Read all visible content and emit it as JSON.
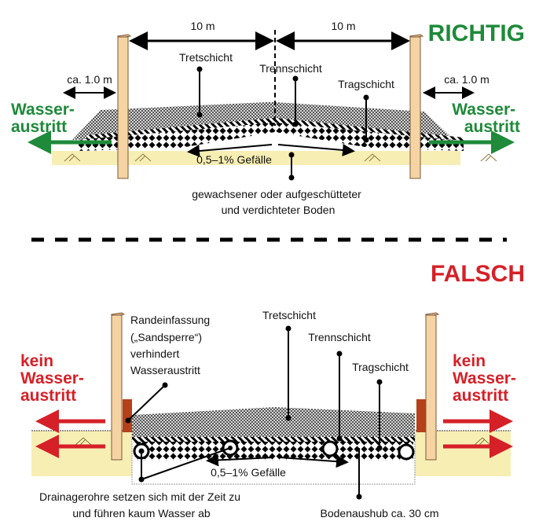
{
  "colors": {
    "correct": "#1e8a3a",
    "wrong": "#d62027",
    "sand": "#f7eeb4",
    "post": "#f6d3a2",
    "post_stroke": "#7a5a3a",
    "barrier": "#b5411a",
    "text": "#111111"
  },
  "richtig": {
    "title": "RICHTIG",
    "width_left": "10 m",
    "width_right": "10 m",
    "overhang_left": "ca. 1.0 m",
    "overhang_right": "ca. 1.0 m",
    "layers": {
      "tretschicht": "Tretschicht",
      "trennschicht": "Trennschicht",
      "tragschicht": "Tragschicht"
    },
    "water_left": [
      "Wasser-",
      "austritt"
    ],
    "water_right": [
      "Wasser-",
      "austritt"
    ],
    "slope": "0,5–1% Gefälle",
    "ground": [
      "gewachsener oder aufgeschütteter",
      "und verdichteter Boden"
    ]
  },
  "falsch": {
    "title": "FALSCH",
    "barrier_note": [
      "Randeinfassung",
      "(„Sandsperre“)",
      "verhindert",
      "Wasseraustritt"
    ],
    "layers": {
      "tretschicht": "Tretschicht",
      "trennschicht": "Trennschicht",
      "tragschicht": "Tragschicht"
    },
    "water_left": [
      "kein",
      "Wasser-",
      "austritt"
    ],
    "water_right": [
      "kein",
      "Wasser-",
      "austritt"
    ],
    "slope": "0,5–1% Gefälle",
    "drain_note": [
      "Drainagerohre setzen sich mit der Zeit zu",
      "und führen kaum Wasser ab"
    ],
    "excavation": "Bodenaushub ca. 30 cm"
  }
}
